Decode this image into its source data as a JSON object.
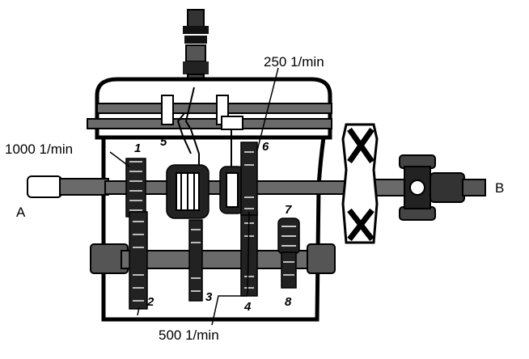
{
  "labels": {
    "input": "A",
    "output": "B",
    "speed_input": "1000 1/min",
    "speed_top": "250 1/min",
    "speed_bottom": "500 1/min"
  },
  "gear_numbers": [
    "1",
    "2",
    "3",
    "4",
    "5",
    "6",
    "7",
    "8"
  ]
}
